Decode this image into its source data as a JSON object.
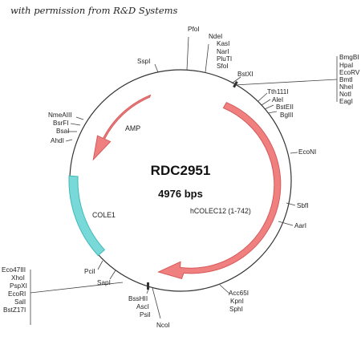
{
  "permission_note": "with permission from R&D Systems",
  "plasmid": {
    "name": "RDC2951",
    "size": "4976 bps"
  },
  "features": {
    "amp": "AMP",
    "cole1": "COLE1",
    "insert": "hCOLEC12 (1-742)"
  },
  "colors": {
    "arrow_fill": "#f08080",
    "arrow_stroke": "#d65a5a",
    "cole1_fill": "#79d9d9",
    "cole1_stroke": "#3fb9b9",
    "backbone": "#333333"
  },
  "sites": {
    "pfoi": "PfoI",
    "ndei": "NdeI",
    "kasi": "KasI",
    "nari": "NarI",
    "pluti": "PluTI",
    "sfoi": "SfoI",
    "sspi": "SspI",
    "bstxi": "BstXI",
    "bmgbi": "BmgBI",
    "hpai": "HpaI",
    "ecorv": "EcoRV",
    "bmti": "BmtI",
    "nhei": "NheI",
    "noti": "NotI",
    "eagi": "EagI",
    "tth111i": "Tth111I",
    "alei": "AleI",
    "bsteii": "BstEII",
    "bglii": "BglII",
    "econi": "EcoNI",
    "sbfi": "SbfI",
    "aari": "AarI",
    "acc65i": "Acc65I",
    "kpni": "KpnI",
    "sphi": "SphI",
    "ncoi": "NcoI",
    "psii": "PsiI",
    "asci": "AscI",
    "bsshii": "BssHII",
    "sapi": "SapI",
    "pcii": "PciI",
    "eco47iii": "Eco47III",
    "xhoi": "XhoI",
    "pspxi": "PspXI",
    "ecori": "EcoRI",
    "sali": "SalI",
    "bstz17i": "BstZ17I",
    "ahdi": "AhdI",
    "bsai": "BsaI",
    "bsrfi": "BsrFI",
    "nmeaiii": "NmeAIII"
  }
}
